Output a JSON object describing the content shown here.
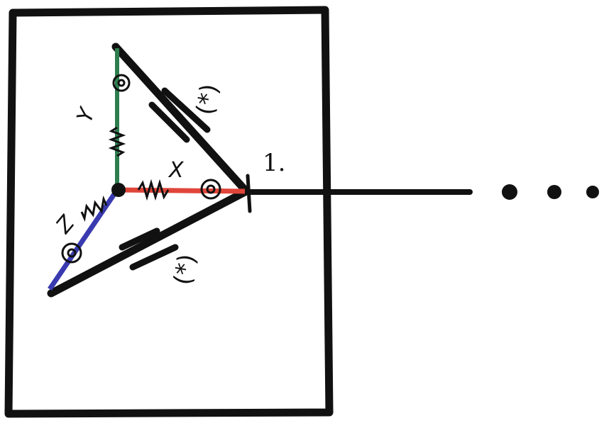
{
  "diagram": {
    "labels": {
      "axis_y": "Y",
      "axis_x": "X",
      "axis_z": "Z",
      "bond_top": "(*)",
      "bond_bottom": "(*)",
      "point_number": "1.",
      "continuation": "• • •"
    },
    "colors": {
      "ink": "#111111",
      "axis_y": "#2e7d4f",
      "axis_x": "#e0453a",
      "axis_z": "#3a3ab0"
    }
  }
}
